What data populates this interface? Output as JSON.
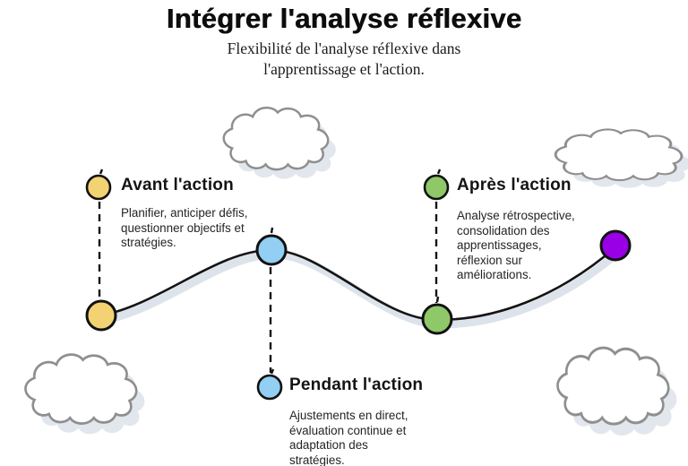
{
  "title": "Intégrer l'analyse réflexive",
  "subtitle": "Flexibilité de l'analyse réflexive dans\nl'apprentissage et l'action.",
  "milestones": {
    "before": {
      "label": "Avant l'action",
      "description": "Planifier, anticiper défis,\nquestionner objectifs et\nstratégies.",
      "color": "#F2D272"
    },
    "during": {
      "label": "Pendant l'action",
      "description": "Ajustements en direct,\névaluation continue et\nadaptation des\nstratégies.",
      "color": "#92CFF2"
    },
    "after": {
      "label": "Après l'action",
      "description": "Analyse rétrospective,\nconsolidation des\napprentissages,\nréflexion sur\naméliorations.",
      "color": "#8FC868"
    },
    "end": {
      "color": "#9900E6"
    }
  },
  "style": {
    "line_color": "#141414",
    "line_shadow": "#dde3ea",
    "cloud_outline": "#8f8f8f",
    "cloud_fill": "#ffffff",
    "cloud_shadow": "#e2e7ed",
    "dash_color": "#141414"
  }
}
